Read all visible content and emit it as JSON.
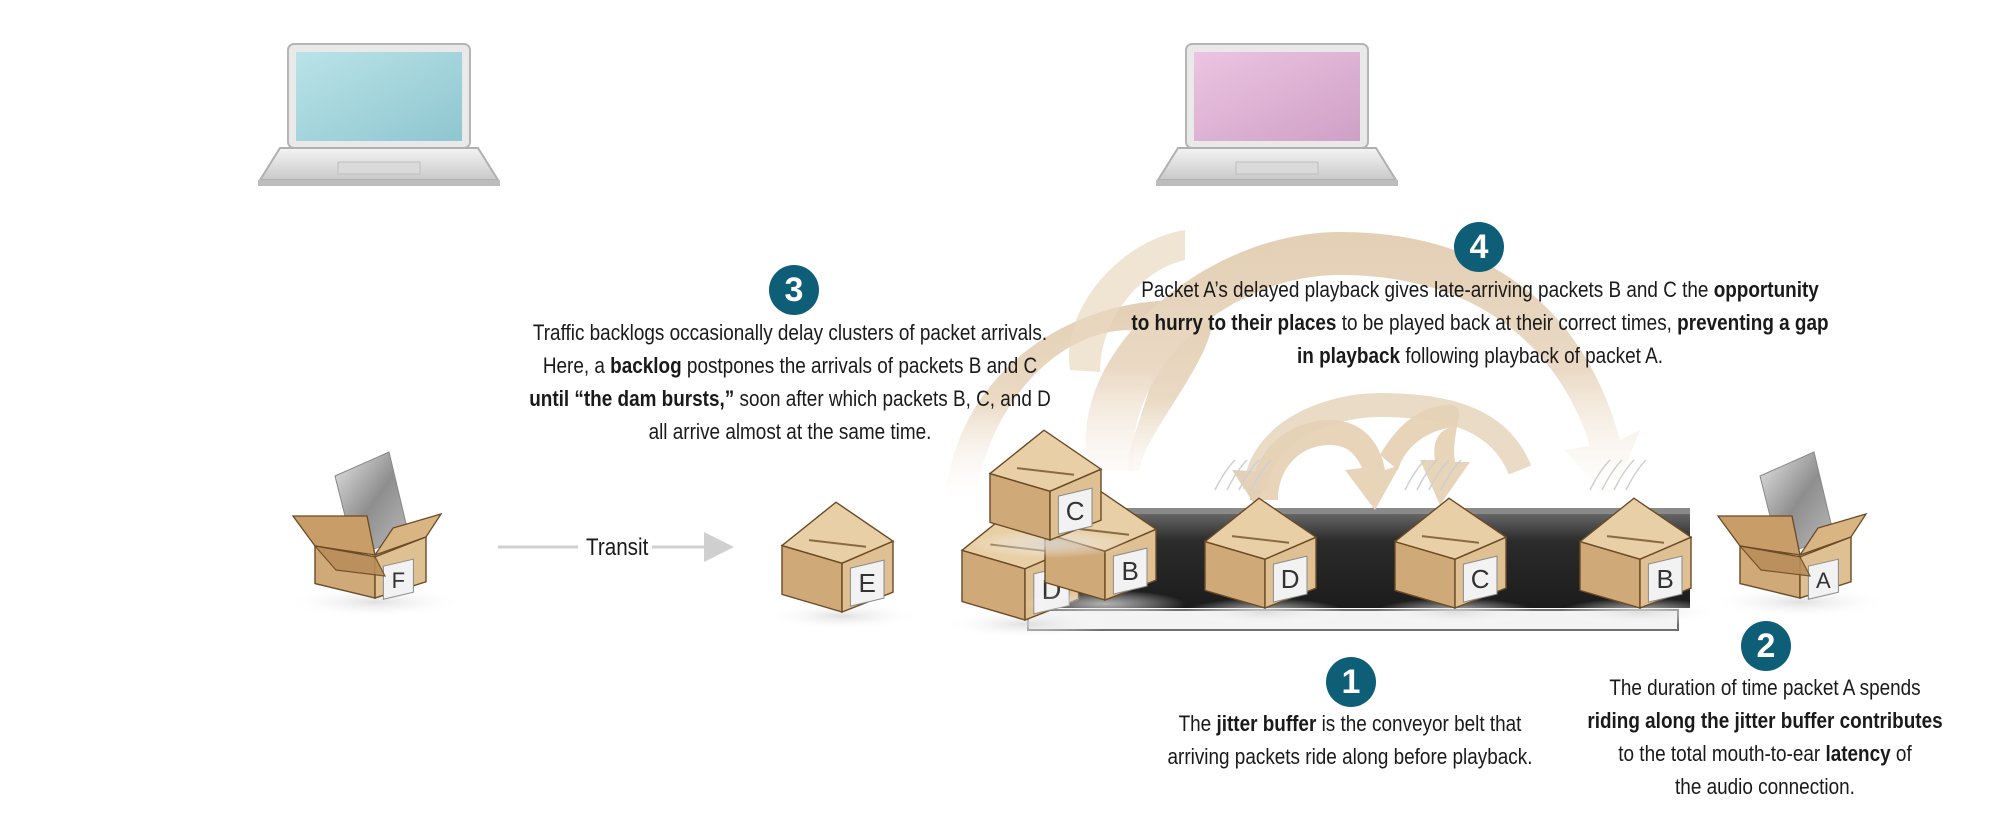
{
  "colors": {
    "badge": "#0f5e78",
    "box": "#d9b98e",
    "belt": "#2e2e2e",
    "arrow_fill": "#eadbc7",
    "screen_left": "#a8d8de",
    "screen_right": "#e0b6d6"
  },
  "icons": [
    "laptop-icon",
    "packet-box-icon",
    "conveyor-belt-icon"
  ],
  "transit_label": "Transit",
  "packets": {
    "source": "F",
    "queued": "E",
    "stack": [
      "D",
      "B",
      "C"
    ],
    "belt": [
      "D",
      "C",
      "B"
    ],
    "playback": "A"
  },
  "callouts": {
    "c1": {
      "number": "1",
      "lines": [
        [
          {
            "t": "The "
          },
          {
            "t": "jitter buffer",
            "b": true
          },
          {
            "t": " is the conveyor belt that"
          }
        ],
        [
          {
            "t": "arriving packets ride along before playback."
          }
        ]
      ]
    },
    "c2": {
      "number": "2",
      "lines": [
        [
          {
            "t": "The duration of time packet A spends"
          }
        ],
        [
          {
            "t": "riding along the jitter buffer contributes",
            "b": true
          }
        ],
        [
          {
            "t": "to the total mouth-to-ear "
          },
          {
            "t": "latency",
            "b": true
          },
          {
            "t": " of"
          }
        ],
        [
          {
            "t": "the audio connection."
          }
        ]
      ]
    },
    "c3": {
      "number": "3",
      "lines": [
        [
          {
            "t": "Traffic backlogs occasionally delay clusters of packet arrivals."
          }
        ],
        [
          {
            "t": "Here, a "
          },
          {
            "t": "backlog",
            "b": true
          },
          {
            "t": " postpones the arrivals of packets B and C"
          }
        ],
        [
          {
            "t": "until “the dam bursts,”",
            "b": true
          },
          {
            "t": " soon after which packets B, C, and D"
          }
        ],
        [
          {
            "t": "all arrive almost at the same time."
          }
        ]
      ]
    },
    "c4": {
      "number": "4",
      "lines": [
        [
          {
            "t": "Packet A’s delayed playback gives late-arriving packets B and C the "
          },
          {
            "t": "opportunity",
            "b": true
          }
        ],
        [
          {
            "t": "to hurry to their places",
            "b": true
          },
          {
            "t": " to be played back at their correct times, "
          },
          {
            "t": "preventing a gap",
            "b": true
          }
        ],
        [
          {
            "t": "in playback",
            "b": true
          },
          {
            "t": " following playback of packet A."
          }
        ]
      ]
    }
  }
}
